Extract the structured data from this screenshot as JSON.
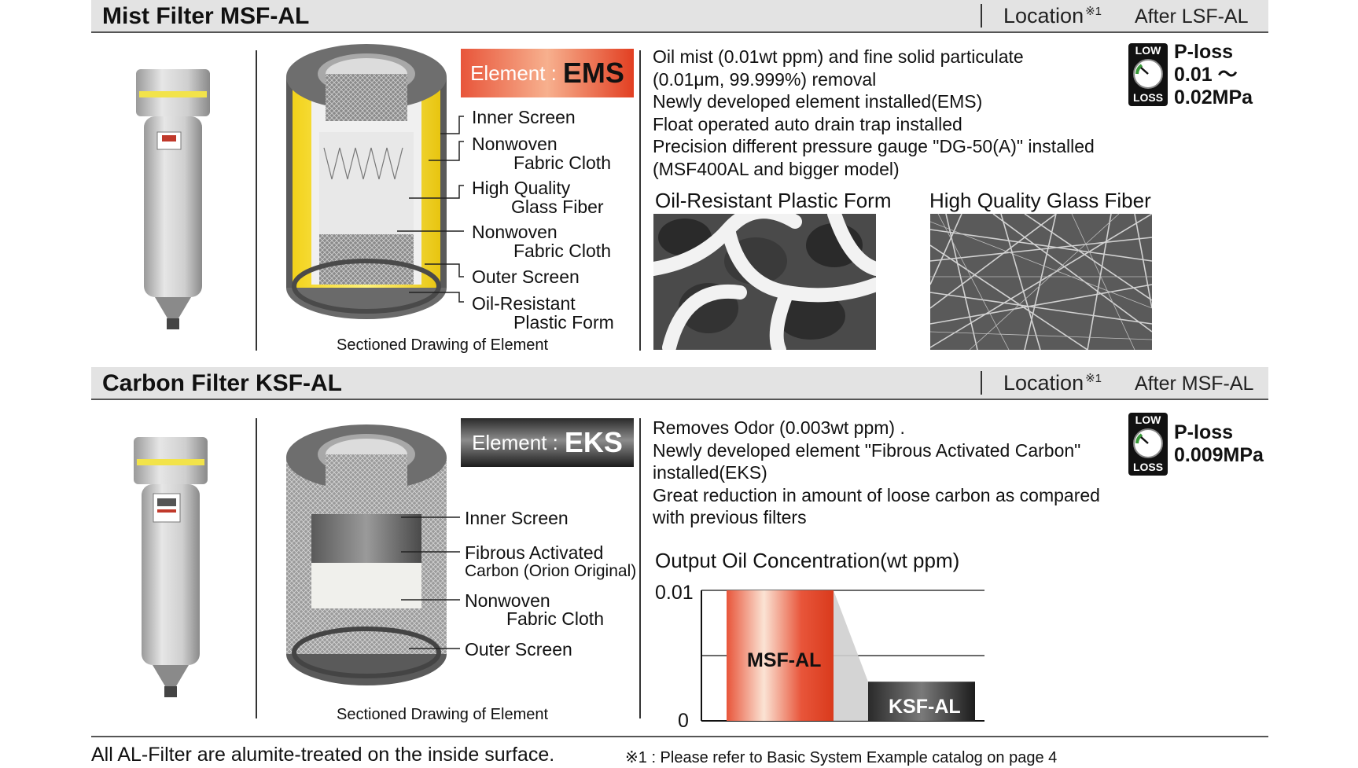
{
  "sections": [
    {
      "title": "Mist Filter MSF-AL",
      "location_label": "Location",
      "location_note": "※1",
      "after": "After LSF-AL",
      "element_badge": {
        "prefix": "Element :",
        "code": "EMS"
      },
      "layers": [
        "Inner Screen",
        "Nonwoven",
        "Fabric Cloth",
        "High Quality",
        "Glass Fiber",
        "Nonwoven",
        "Fabric Cloth",
        "Outer Screen",
        "Oil-Resistant",
        "Plastic Form"
      ],
      "drawing_caption": "Sectioned Drawing of Element",
      "description": [
        "Oil mist (0.01wt ppm) and fine solid particulate",
        "(0.01μm, 99.999%) removal",
        "Newly developed element installed(EMS)",
        "Float operated auto drain trap installed",
        "Precision different pressure gauge \"DG-50(A)\" installed",
        "(MSF400AL and bigger model)"
      ],
      "ploss": {
        "icon_top": "LOW",
        "icon_bottom": "LOSS",
        "label": "P-loss",
        "value_lines": [
          "0.01 ～",
          "0.02MPa"
        ]
      },
      "photos": [
        "Oil-Resistant Plastic Form",
        "High Quality Glass Fiber"
      ]
    },
    {
      "title": "Carbon Filter KSF-AL",
      "location_label": "Location",
      "location_note": "※1",
      "after": "After MSF-AL",
      "element_badge": {
        "prefix": "Element :",
        "code": "EKS"
      },
      "layers": [
        "Inner Screen",
        "Fibrous Activated",
        "Carbon (Orion Original)",
        "Nonwoven",
        "Fabric Cloth",
        "Outer Screen"
      ],
      "drawing_caption": "Sectioned Drawing of Element",
      "description": [
        "Removes Odor (0.003wt ppm) .",
        "Newly developed element  \"Fibrous Activated Carbon\"",
        "installed(EKS)",
        "Great reduction in amount of loose carbon as compared",
        "with previous filters"
      ],
      "ploss": {
        "icon_top": "LOW",
        "icon_bottom": "LOSS",
        "label": "P-loss",
        "value_lines": [
          "0.009MPa"
        ]
      }
    }
  ],
  "chart_data": {
    "type": "bar",
    "title": "Output Oil Concentration(wt ppm)",
    "categories": [
      "MSF-AL",
      "KSF-AL"
    ],
    "values": [
      0.01,
      0.003
    ],
    "ylim": [
      0,
      0.01
    ],
    "yticks": [
      "0",
      "0.01"
    ],
    "grid": true,
    "colors": {
      "MSF-AL": "#e8553a",
      "KSF-AL": "#3a3a3a"
    }
  },
  "footer": {
    "main": "All AL-Filter are alumite-treated on the inside surface.",
    "note": "※1 : Please refer to Basic System Example catalog on page 4"
  }
}
